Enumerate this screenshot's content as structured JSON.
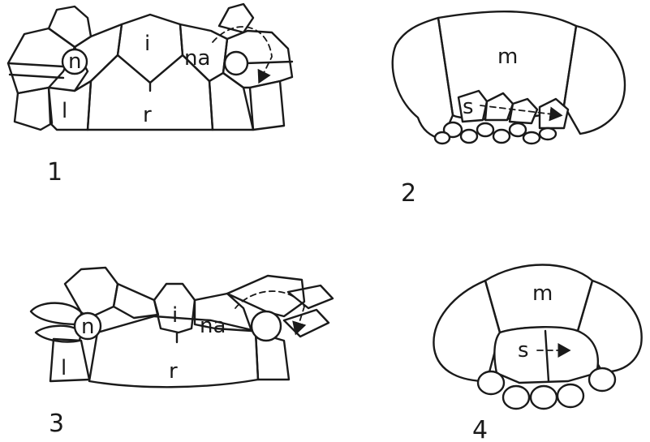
{
  "figure_numbers": [
    "1",
    "2",
    "3",
    "4"
  ],
  "panel1": {
    "n": "n",
    "i": "i",
    "na": "na",
    "l": "l",
    "r": "r"
  },
  "panel2": {
    "m": "m",
    "s": "s"
  },
  "panel3": {
    "n": "n",
    "i": "i",
    "na": "na",
    "l": "l",
    "r": "r"
  },
  "panel4": {
    "m": "m",
    "s": "s"
  },
  "colors": {
    "ink": "#1a1a1a",
    "background": "#ffffff"
  }
}
